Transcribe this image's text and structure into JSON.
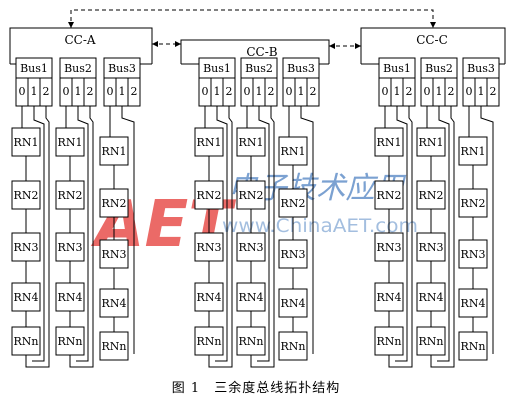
{
  "controllers": [
    {
      "name": "CC-A",
      "buses": [
        "Bus1",
        "Bus2",
        "Bus3"
      ]
    },
    {
      "name": "CC-B",
      "buses": [
        "Bus1",
        "Bus2",
        "Bus3"
      ]
    },
    {
      "name": "CC-C",
      "buses": [
        "Bus1",
        "Bus2",
        "Bus3"
      ]
    }
  ],
  "channels": [
    "0",
    "1",
    "2"
  ],
  "remote_nodes": [
    "RN1",
    "RN2",
    "RN3",
    "RN4",
    "RNn"
  ],
  "caption": "图 1　三余度总线拓扑结构",
  "watermark": {
    "logo": "AET",
    "brand_cn": "电子技术应用",
    "url": "www.ChinaAET.com",
    "colors": {
      "logo": "#e53935",
      "cn": "#5b8ac6",
      "url": "#9ab8dc"
    }
  }
}
